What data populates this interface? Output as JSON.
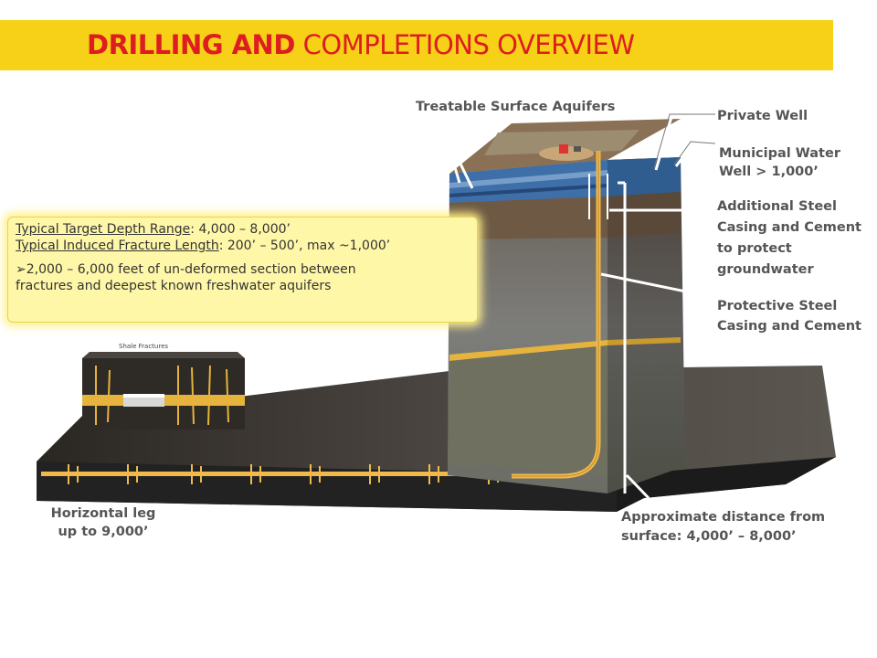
{
  "title": {
    "bold": "DRILLING AND",
    "light": "COMPLETIONS OVERVIEW"
  },
  "labels": {
    "treatable_aquifers": "Treatable Surface Aquifers",
    "private_well": "Private Well",
    "municipal_well_1": "Municipal Water",
    "municipal_well_2": "Well > 1,000’",
    "additional_casing_1": "Additional Steel",
    "additional_casing_2": "Casing and Cement",
    "additional_casing_3": "to protect",
    "additional_casing_4": "groundwater",
    "protective_casing_1": "Protective Steel",
    "protective_casing_2": "Casing and Cement",
    "horizontal_leg_1": "Horizontal leg",
    "horizontal_leg_2": "up to 9,000’",
    "approx_distance_1": "Approximate distance from",
    "approx_distance_2": "surface: 4,000’ – 8,000’",
    "shale_fractures": "Shale Fractures"
  },
  "callout": {
    "line1_label": "Typical Target Depth Range",
    "line1_value": ": 4,000 – 8,000’",
    "line2_label": "Typical Induced Fracture Length",
    "line2_value": ": 200’ – 500’, max ~1,000’",
    "bullet_line1": "2,000 – 6,000 feet of un-deformed section between",
    "bullet_line2": "fractures and deepest known freshwater aquifers"
  },
  "colors": {
    "accent_bar": "#f7d117",
    "title_red": "#dd1d21"
  }
}
